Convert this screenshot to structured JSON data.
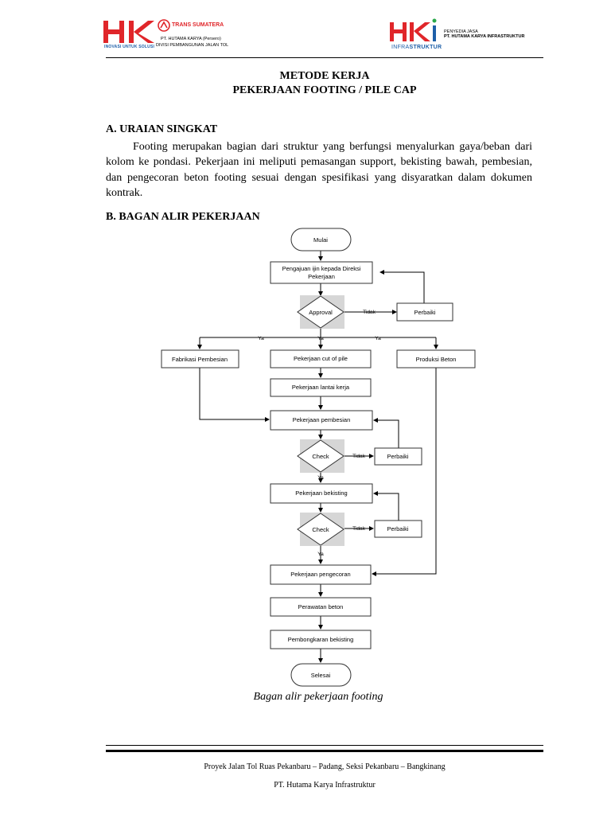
{
  "header": {
    "left_logo_text": "HK",
    "left_tagline": "INOVASI UNTUK SOLUSI",
    "trans_sumatera": "TRANS SUMATERA",
    "company_line1": "PT. HUTAMA KARYA (Persero)",
    "company_line2": "DIVISI PEMBANGUNAN JALAN TOL",
    "right_logo_text": "HKi",
    "infra_a": "INFRA",
    "infra_b": "STRUKTUR",
    "penyedia_line1": "PENYEDIA JASA",
    "penyedia_line2": "PT. HUTAMA KARYA INFRASTRUKTUR"
  },
  "title_line1": "METODE KERJA",
  "title_line2": "PEKERJAAN FOOTING / PILE CAP",
  "section_a": "A.  URAIAN SINGKAT",
  "section_a_text": "Footing merupakan bagian dari struktur yang berfungsi menyalurkan gaya/beban dari kolom ke pondasi. Pekerjaan ini meliputi pemasangan support, bekisting bawah, pembesian, dan pengecoran beton footing sesuai dengan spesifikasi yang disyaratkan dalam dokumen kontrak.",
  "section_b": "B.  BAGAN ALIR PEKERJAAN",
  "flow": {
    "mulai": "Mulai",
    "pengajuan_1": "Pengajuan ijin kepada Direksi",
    "pengajuan_2": "Pekerjaan",
    "approval": "Approval",
    "tidak": "Tidak",
    "ya": "Ya",
    "perbaiki": "Perbaiki",
    "fabrikasi": "Fabrikasi Pembesian",
    "cut_of_pile": "Pekerjaan cut of pile",
    "produksi_beton": "Produksi Beton",
    "lantai_kerja": "Pekerjaan lantai kerja",
    "pembesian": "Pekerjaan pembesian",
    "check": "Check",
    "bekisting": "Pekerjaan bekisting",
    "pengecoran": "Pekerjaan pengecoran",
    "perawatan": "Perawatan beton",
    "pembongkaran": "Pembongkaran bekisting",
    "selesai": "Selesai"
  },
  "caption": "Bagan alir pekerjaan footing",
  "footer_line1": "Proyek Jalan Tol Ruas Pekanbaru – Padang, Seksi Pekanbaru – Bangkinang",
  "footer_line2": "PT. Hutama Karya Infrastruktur",
  "colors": {
    "brand_red": "#e0262a",
    "brand_blue": "#1d5fa8",
    "diamond_fill": "#d6d6d6"
  }
}
